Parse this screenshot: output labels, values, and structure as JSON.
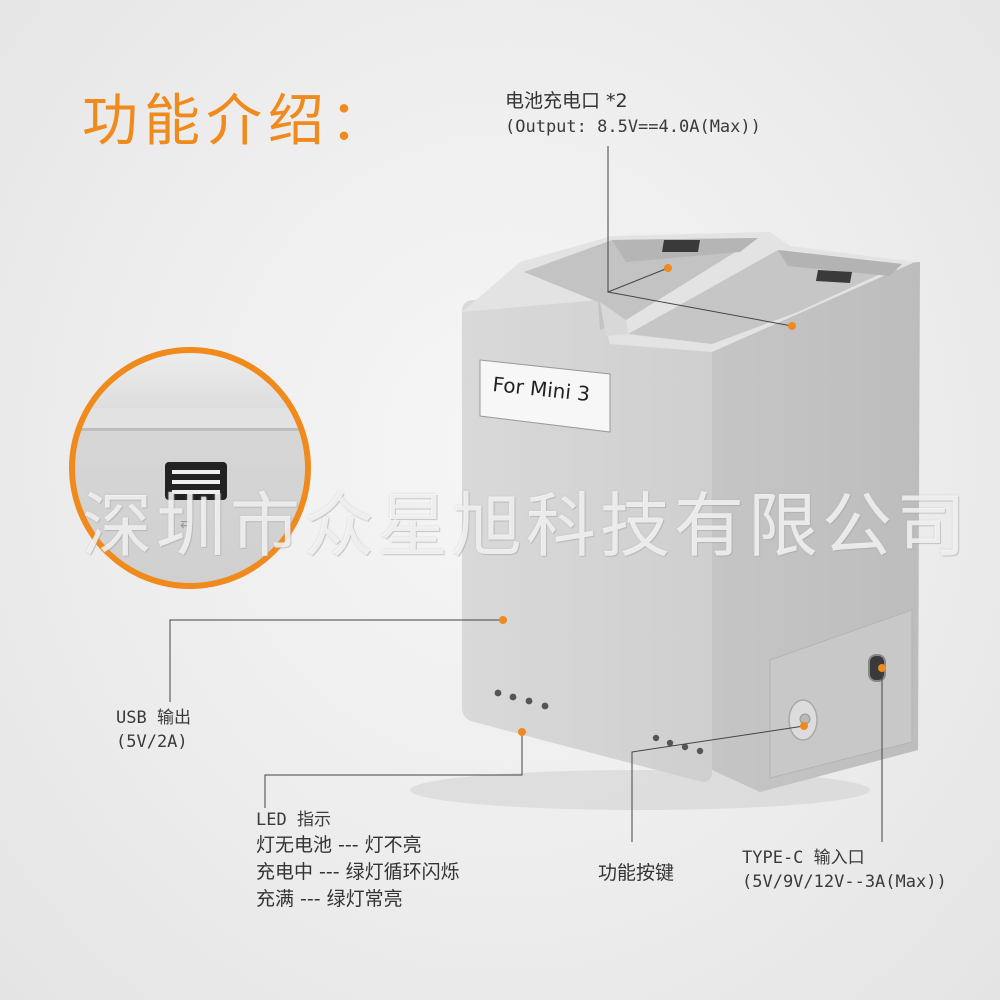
{
  "title": "功能介绍：",
  "product_label": "For Mini 3",
  "watermark": "深圳市众星旭科技有限公司",
  "callouts": {
    "battery_port": {
      "line1": "电池充电口 *2",
      "line2": "(Output: 8.5V==4.0A(Max))"
    },
    "usb_output": {
      "line1": "USB 输出",
      "line2": "(5V/2A)"
    },
    "led": {
      "line1": "LED 指示",
      "line2": "灯无电池 --- 灯不亮",
      "line3": "充电中 --- 绿灯循环闪烁",
      "line4": "充满 --- 绿灯常亮"
    },
    "function_button": {
      "line1": "功能按键"
    },
    "typec_input": {
      "line1": "TYPE-C 输入口",
      "line2": "(5V/9V/12V--3A(Max))"
    }
  },
  "colors": {
    "accent": "#f08a1c",
    "device_body": "#d4d4d4",
    "background": "#ececec"
  }
}
